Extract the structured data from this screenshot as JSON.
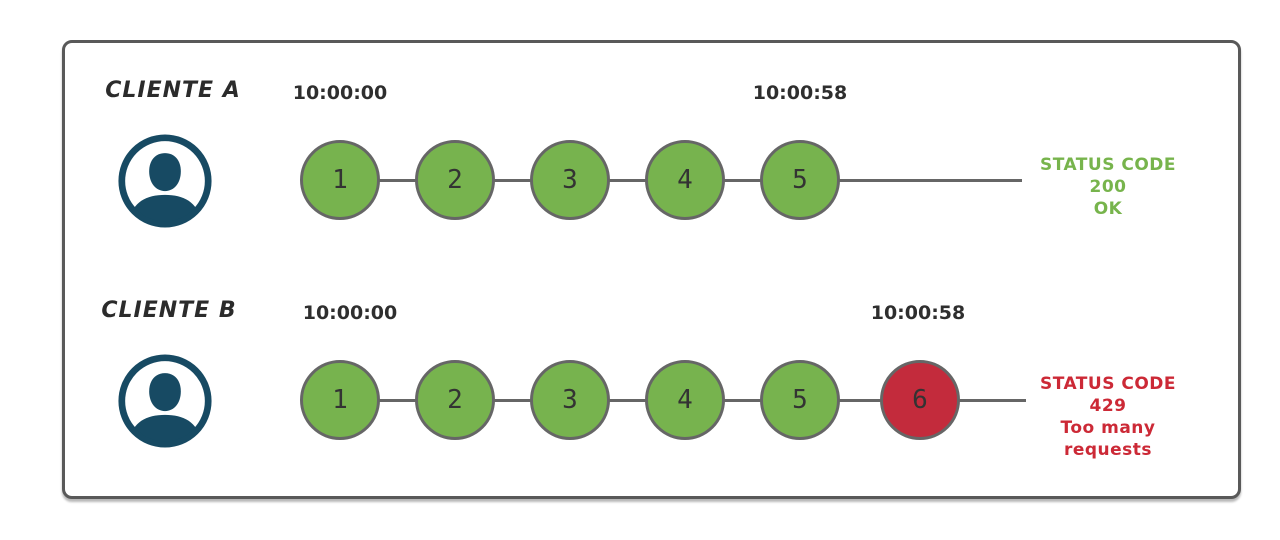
{
  "diagram": {
    "description_icons": {
      "client_icon": "user-circle-icon"
    },
    "rows": [
      {
        "client_label": "CLIENTE A",
        "start_time": "10:00:00",
        "end_time": "10:00:58",
        "requests": [
          "1",
          "2",
          "3",
          "4",
          "5"
        ],
        "status": {
          "line1": "STATUS CODE 200",
          "line2": "OK"
        }
      },
      {
        "client_label": "CLIENTE B",
        "start_time": "10:00:00",
        "end_time": "10:00:58",
        "requests": [
          "1",
          "2",
          "3",
          "4",
          "5",
          "6"
        ],
        "blocked_request": "6",
        "status": {
          "line1": "STATUS CODE 429",
          "line2": "Too many requests"
        }
      }
    ],
    "colors": {
      "allowed_request_fill": "#77B34E",
      "blocked_request_fill": "#C32B3C",
      "status_ok_text": "#77B44C",
      "status_error_text": "#CC2936",
      "avatar_blue": "#174A63",
      "frame_border": "#595959",
      "connector_gray": "#666666",
      "circle_border": "#666666",
      "text_dark": "#2b2b2b"
    }
  }
}
